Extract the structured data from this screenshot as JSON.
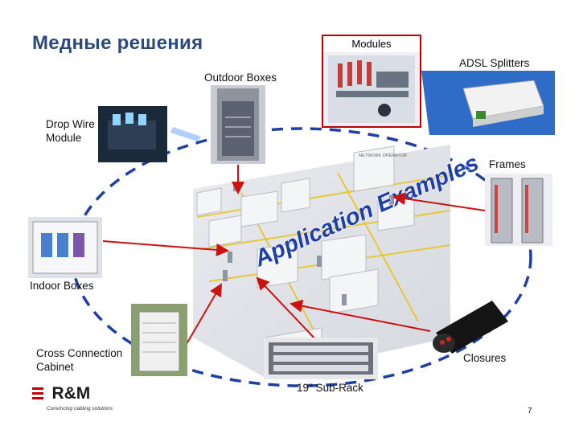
{
  "title": "Медные решения",
  "labels": {
    "modules": "Modules",
    "adsl": "ADSL Splitters",
    "outdoor": "Outdoor Boxes",
    "dropwire_1": "Drop Wire",
    "dropwire_2": "Module",
    "frames": "Frames",
    "indoor": "Indoor Boxes",
    "ccc_1": "Cross Connection",
    "ccc_2": "Cabinet",
    "closures": "Closures",
    "subrack": "19\" Sub-Rack"
  },
  "overlay_text": "Application Examples",
  "network_sign": "NETWORK OPERATOR",
  "logo": {
    "name": "R&M",
    "tagline": "Convincing cabling solutions"
  },
  "page_number": "7",
  "colors": {
    "title": "#2b4a7a",
    "ring": "#1f3fa8",
    "arrow": "#cc1111",
    "overlay": "#1f3fa8"
  }
}
